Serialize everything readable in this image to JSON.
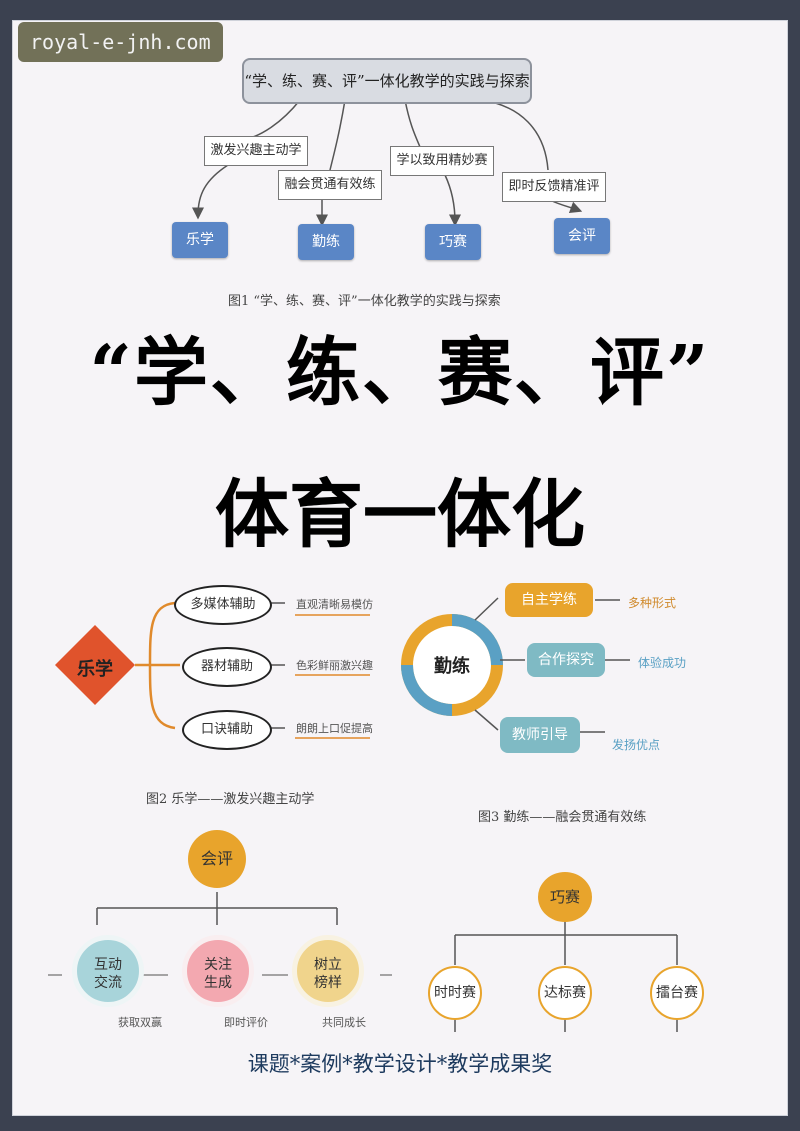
{
  "watermark": "royal-e-jnh.com",
  "fig1": {
    "title": "“学、练、赛、评”一体化教学的实践与探索",
    "labels": [
      "激发兴趣主动学",
      "融会贯通有效练",
      "学以致用精妙赛",
      "即时反馈精准评"
    ],
    "nodes": [
      "乐学",
      "勤练",
      "巧赛",
      "会评"
    ],
    "caption": "图1 “学、练、赛、评”一体化教学的实践与探索"
  },
  "headline": {
    "line1": "“学、练、赛、评”",
    "line2": "体育一体化"
  },
  "fig2": {
    "center": "乐学",
    "items": [
      {
        "label": "多媒体辅助",
        "note": "直观清晰易模仿"
      },
      {
        "label": "器材辅助",
        "note": "色彩鲜丽激兴趣"
      },
      {
        "label": "口诀辅助",
        "note": "朗朗上口促提高"
      }
    ],
    "caption": "图2 乐学——激发兴趣主动学"
  },
  "fig3": {
    "center": "勤练",
    "items": [
      {
        "label": "自主学练",
        "note": "多种形式"
      },
      {
        "label": "合作探究",
        "note": "体验成功"
      },
      {
        "label": "教师引导",
        "note": "发扬优点"
      }
    ],
    "caption": "图3 勤练——融会贯通有效练"
  },
  "fig4": {
    "center": "会评",
    "items": [
      {
        "label": "互动\n交流",
        "note": "获取双赢"
      },
      {
        "label": "关注\n生成",
        "note": "即时评价"
      },
      {
        "label": "树立\n榜样",
        "note": "共同成长"
      }
    ]
  },
  "fig5": {
    "center": "巧赛",
    "items": [
      "时时赛",
      "达标赛",
      "擂台赛"
    ]
  },
  "footer": "课题*案例*教学设计*教学成果奖",
  "colors": {
    "blue_node": "#5a86c6",
    "orange": "#e08a2c",
    "red_diamond": "#e0532c",
    "teal": "#7fbac4"
  }
}
